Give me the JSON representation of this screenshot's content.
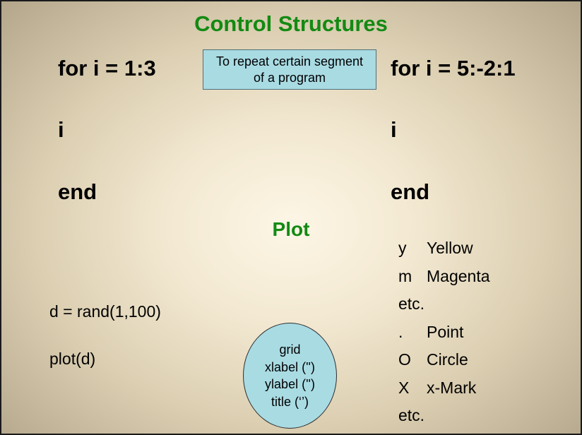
{
  "title": "Control Structures",
  "left_loop": {
    "header": "for i = 1:3",
    "body": "i",
    "end": "end"
  },
  "right_loop": {
    "header": "for i = 5:-2:1",
    "body": "i",
    "end": "end"
  },
  "callout": {
    "line1": "To repeat certain segment",
    "line2": "of a program"
  },
  "plot_heading": "Plot",
  "plot_code": {
    "line1": "d = rand(1,100)",
    "line2": "plot(d)"
  },
  "oval_commands": [
    "grid",
    "xlabel ('')",
    "ylabel ('')",
    "title (‘’)"
  ],
  "legend": [
    {
      "key": "y",
      "label": "Yellow"
    },
    {
      "key": "m",
      "label": "Magenta"
    },
    {
      "key": "",
      "label": "etc."
    },
    {
      "key": ".",
      "label": "Point"
    },
    {
      "key": "O",
      "label": "Circle"
    },
    {
      "key": "X",
      "label": "x-Mark"
    },
    {
      "key": "",
      "label": "etc."
    }
  ]
}
